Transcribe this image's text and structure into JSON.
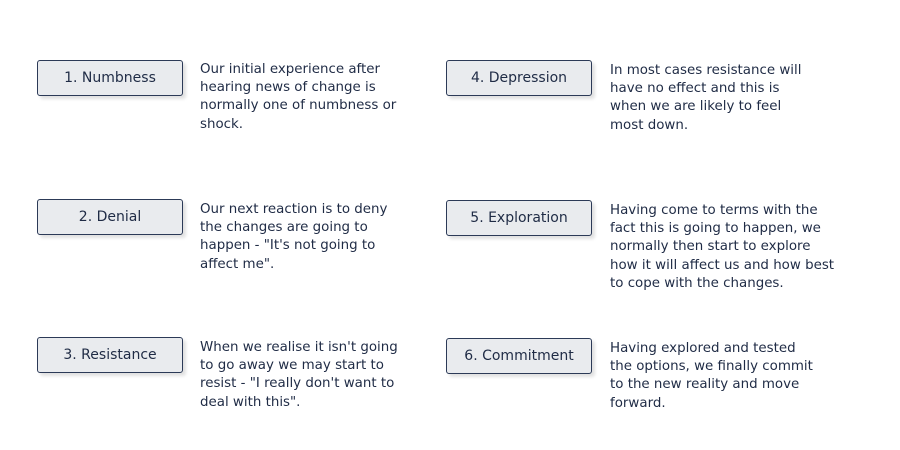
{
  "stages": [
    {
      "label": "1.  Numbness",
      "description": "Our initial experience after hearing news of change is normally one of numbness or shock."
    },
    {
      "label": "2. Denial",
      "description": "Our next reaction is to deny the changes are going to happen - \"It's not going to affect me\"."
    },
    {
      "label": "3. Resistance",
      "description": "When we realise it isn't going to go away we may start to resist - \"I really don't want to deal with this\"."
    },
    {
      "label": "4. Depression",
      "description": "In most cases resistance will have no effect and this is when we are likely to feel most down."
    },
    {
      "label": "5. Exploration",
      "description": "Having come to terms with the fact this is going to happen, we normally then start to explore how it will affect us and how best to cope with the changes."
    },
    {
      "label": "6. Commitment",
      "description": "Having explored and tested the options, we finally commit to the new reality and move forward."
    }
  ]
}
